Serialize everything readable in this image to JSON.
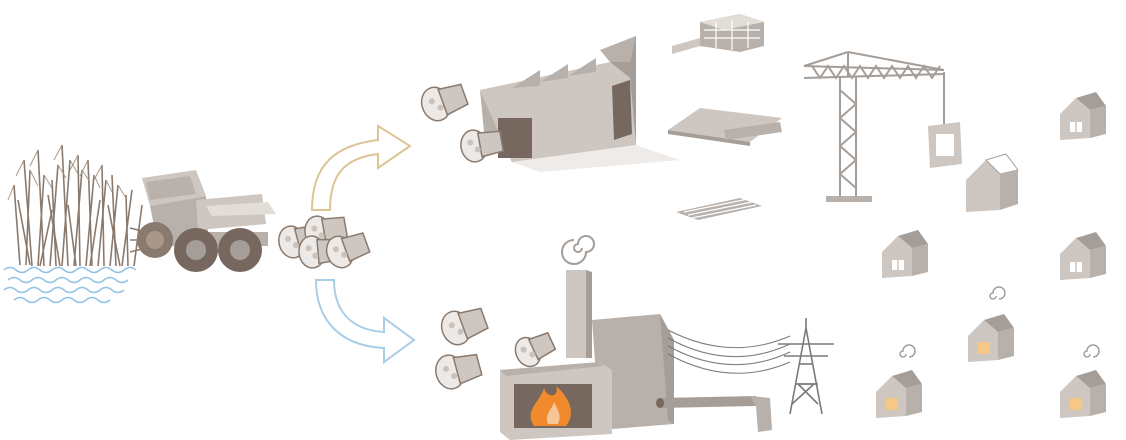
{
  "diagram": {
    "palette": {
      "wall_light": "#cdc6c1",
      "wall_mid": "#b8b0aa",
      "wall_dark": "#a59e98",
      "roof": "#9a928d",
      "wood_dark": "#76685e",
      "water": "#8fc3e6",
      "fire": "#f08a2c",
      "window_lit": "#f6c886",
      "window_dark": "#ffffff",
      "arrow_upper": "#dcc494",
      "arrow_lower": "#a8cde6",
      "cable": "#7a7a7a"
    },
    "nodes": [
      {
        "id": "reed-field",
        "icon": "reed-icon"
      },
      {
        "id": "harvester",
        "icon": "harvester-icon"
      },
      {
        "id": "reed-bundles",
        "icon": "bundle-icon"
      },
      {
        "id": "processing-factory",
        "icon": "factory-icon"
      },
      {
        "id": "building-blocks",
        "icon": "blocks-icon"
      },
      {
        "id": "building-panels",
        "icon": "panels-icon"
      },
      {
        "id": "thatch-sheets",
        "icon": "thatch-icon"
      },
      {
        "id": "construction-crane",
        "icon": "crane-icon"
      },
      {
        "id": "heat-power-plant",
        "icon": "power-plant-icon"
      },
      {
        "id": "transmission-pylon",
        "icon": "pylon-icon"
      },
      {
        "id": "district-heating-pipe",
        "icon": "pipe-icon"
      },
      {
        "id": "houses-built",
        "icon": "house-icon"
      },
      {
        "id": "houses-heated",
        "icon": "heated-house-icon"
      }
    ],
    "flows": [
      {
        "from": "reed-bundles",
        "to": "processing-factory",
        "color_key": "arrow_upper"
      },
      {
        "from": "reed-bundles",
        "to": "heat-power-plant",
        "color_key": "arrow_lower"
      }
    ]
  }
}
